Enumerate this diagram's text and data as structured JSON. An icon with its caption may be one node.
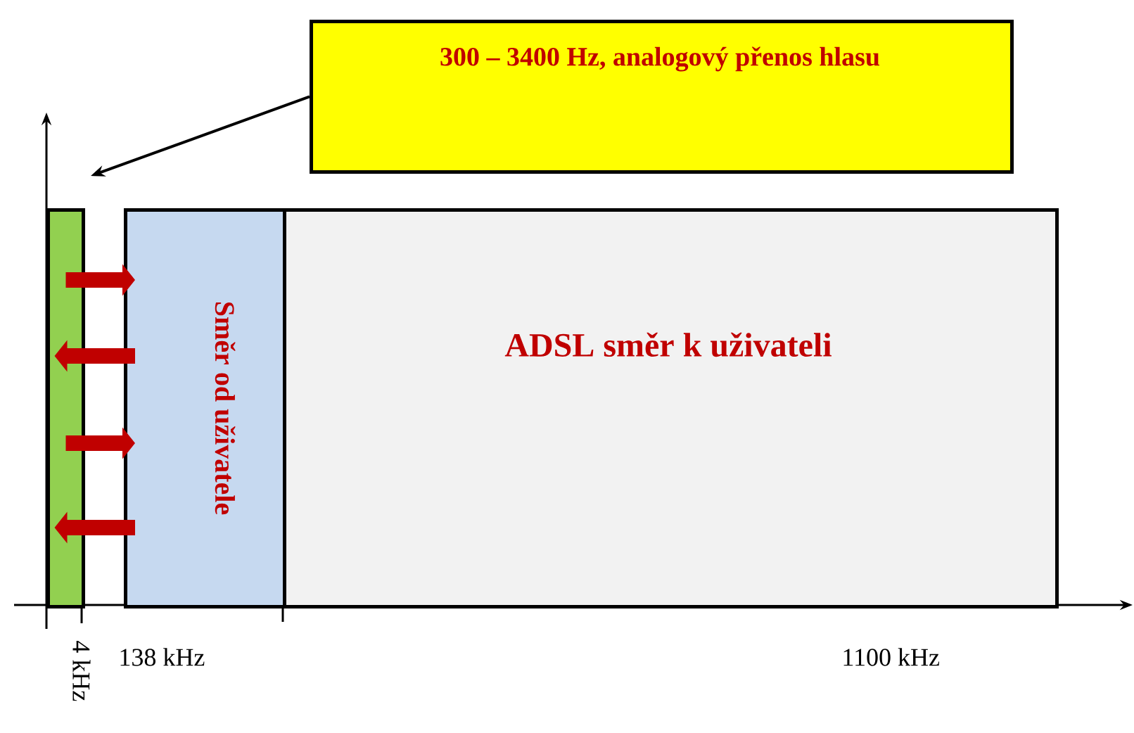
{
  "diagram": {
    "nodes": [
      {
        "text": [
          "300 – 3400 Hz, analogový přenos hlasu"
        ]
      },
      {
        "text": [],
        "shape": "bar"
      },
      {
        "text": [
          "Směr od uživatele"
        ]
      },
      {
        "text": [
          "ADSL směr k uživateli"
        ]
      }
    ],
    "edges": [
      {
        "from": 0,
        "to": 1,
        "arrow": "to",
        "color": "#000000"
      },
      {
        "from": 1,
        "to": 2,
        "arrow": "to"
      },
      {
        "from": 2,
        "to": 1,
        "arrow": "to"
      },
      {
        "from": 1,
        "to": 2,
        "arrow": "to"
      },
      {
        "from": 2,
        "to": 1,
        "arrow": "to"
      }
    ],
    "labels": [
      "4 kHz",
      "138 kHz",
      "1100 kHz"
    ]
  }
}
